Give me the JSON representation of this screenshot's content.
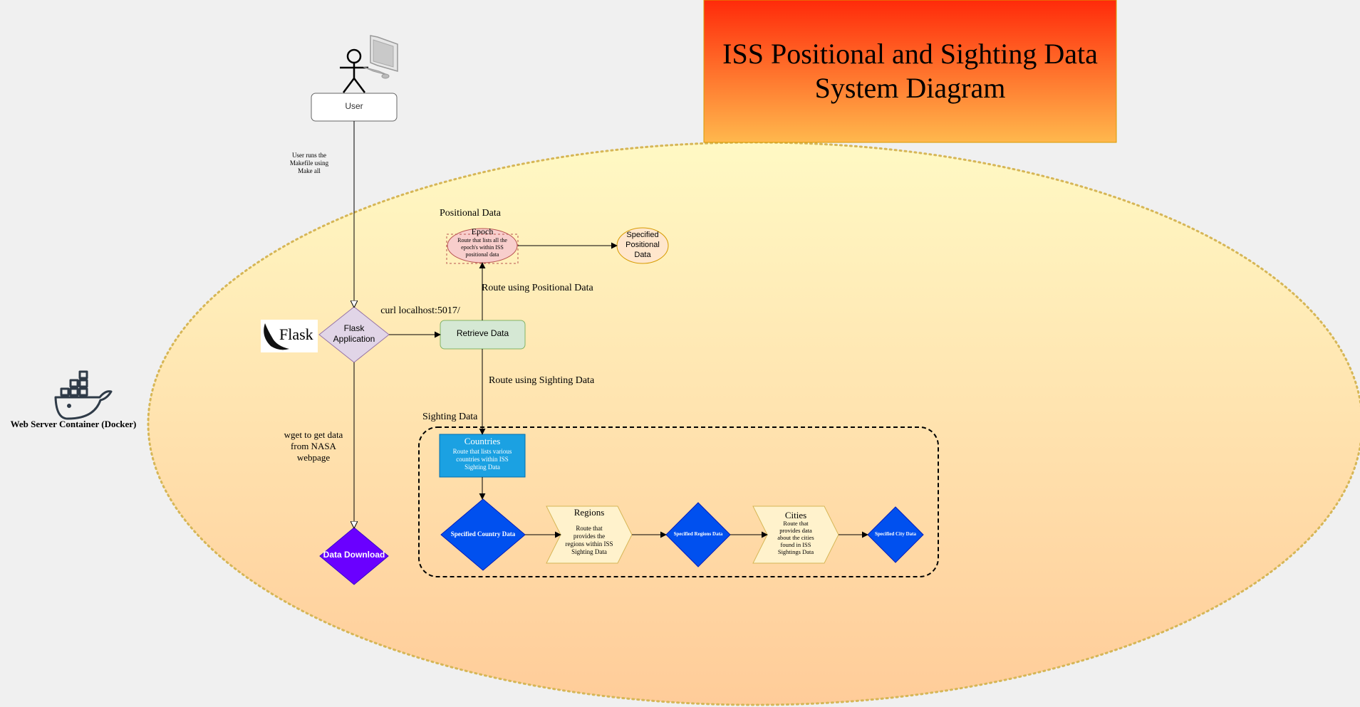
{
  "title": "ISS Positional and Sighting Data\nSystem Diagram",
  "user": {
    "label": "User"
  },
  "docker": {
    "label": "Web Server Container (Docker)"
  },
  "flask": {
    "logo_text": "Flask",
    "node": "Flask\nApplication"
  },
  "edges": {
    "user_to_flask": "User runs the\nMakefile using\nMake all",
    "flask_to_retrieve": "curl localhost:5017/",
    "flask_to_download": "wget to get data\nfrom NASA\nwebpage",
    "to_positional": "Route using Positional Data",
    "to_sighting": "Route using Sighting Data"
  },
  "retrieve": "Retrieve Data",
  "download": "Data Download",
  "positional": {
    "group_label": "Positional Data",
    "epoch_title": "Epoch",
    "epoch_desc": "Route that lists all the\nepoch's within  ISS\npositional data",
    "specified": "Specified\nPositional\nData"
  },
  "sighting": {
    "group_label": "Sighting Data",
    "countries_title": "Countries",
    "countries_desc": "Route that lists various\ncountries within ISS\nSighting Data",
    "specified_country": "Specified Country Data",
    "regions_title": "Regions",
    "regions_desc": "Route that\nprovides the\nregions within ISS\nSighting Data",
    "specified_regions": "Specified Regions Data",
    "cities_title": "Cities",
    "cities_desc": "Route that\nprovides data\nabout the cities\nfound in ISS\nSightings Data",
    "specified_city": "Specified City Data"
  },
  "colors": {
    "background": "#f0f0f0",
    "title_top": "#ff2a0a",
    "title_bottom": "#ffb84d",
    "container_top": "#fff9c4",
    "container_bottom": "#ffcc99",
    "container_border": "#d6b656",
    "flask_node": "#e1d5e7",
    "retrieve_node": "#d5e8d4",
    "epoch_node": "#f8cecc",
    "specified_positional": "#ffe6cc",
    "countries": "#1ba1e2",
    "blue_diamond": "#0050ef",
    "step_fill": "#fff2cc",
    "download": "#6a00ff"
  }
}
